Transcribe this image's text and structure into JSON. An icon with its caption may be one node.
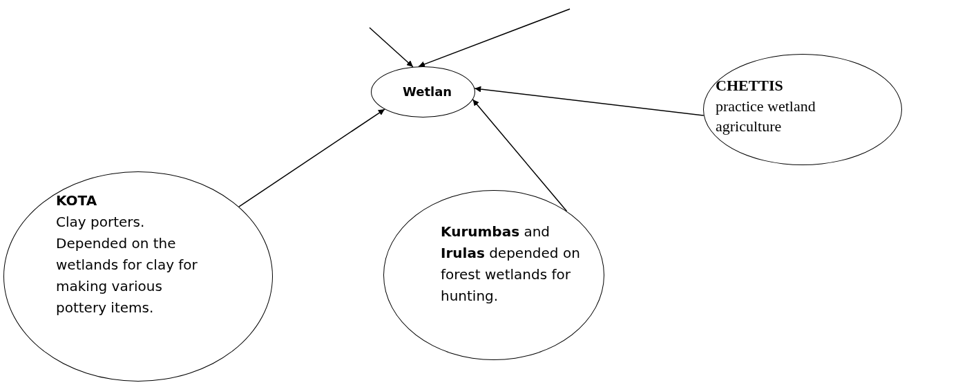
{
  "diagram": {
    "nodes": [
      {
        "text": [
          "Wetlan"
        ]
      },
      {
        "text": [
          "CHETTIS",
          "practice wetland agriculture"
        ]
      },
      {
        "text": [
          "KOTA",
          "Clay porters. Depended on the wetlands for clay for making various pottery items."
        ]
      },
      {
        "text": [
          "**Kurumbas** and **Irulas** depended on forest wetlands for hunting."
        ]
      }
    ],
    "edges": [
      {
        "from": null,
        "to": 0,
        "arrow": "to"
      },
      {
        "from": null,
        "to": 0,
        "arrow": "to"
      },
      {
        "from": 2,
        "to": 0,
        "arrow": "to"
      },
      {
        "from": 3,
        "to": 0,
        "arrow": "to"
      },
      {
        "from": 1,
        "to": 0,
        "arrow": "to"
      }
    ]
  }
}
